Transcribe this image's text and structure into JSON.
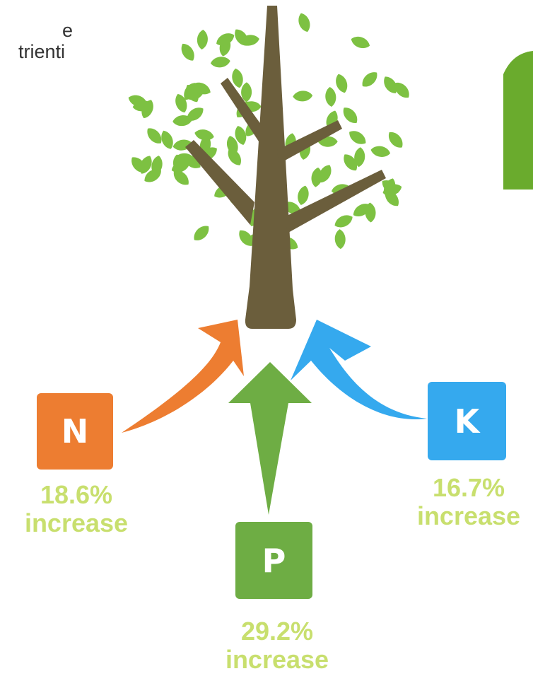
{
  "text_fragments": {
    "line1": "e",
    "line2": "trienti"
  },
  "nutrients": [
    {
      "letter": "N",
      "change": "18.6%",
      "label": "increase",
      "color": "#ed7d31"
    },
    {
      "letter": "P",
      "change": "29.2%",
      "label": "increase",
      "color": "#6ead44"
    },
    {
      "letter": "K",
      "change": "16.7%",
      "label": "increase",
      "color": "#35a9ee"
    }
  ],
  "colors": {
    "trunk": "#6b5e3c",
    "leaf": "#7dc142",
    "side_shape": "#6aab2d",
    "percent_text": "#c8df6e"
  },
  "icons": [
    "tree-icon",
    "leaf-icon",
    "arrow-icon"
  ]
}
